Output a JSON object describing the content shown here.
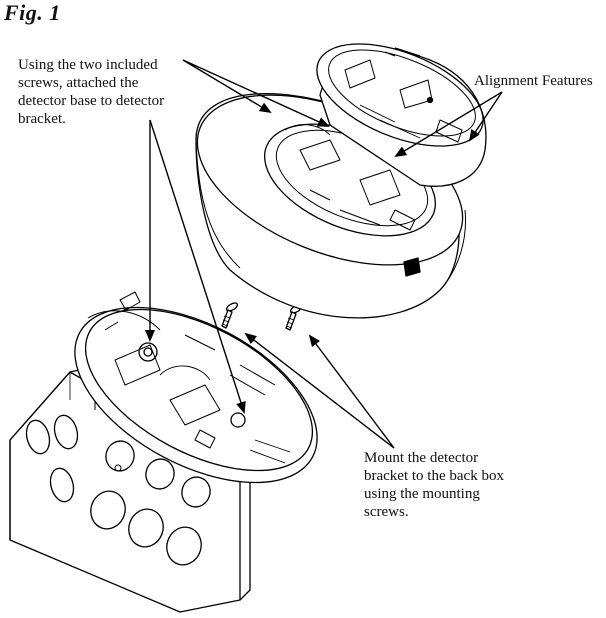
{
  "figure": {
    "title": "Fig. 1"
  },
  "callouts": {
    "screws": [
      "Using the two included",
      "screws, attached the",
      "detector base to detector",
      "bracket."
    ],
    "alignment": "Alignment Features",
    "mount": [
      "Mount the detector",
      "bracket to the back box",
      "using the mounting",
      "screws."
    ]
  }
}
